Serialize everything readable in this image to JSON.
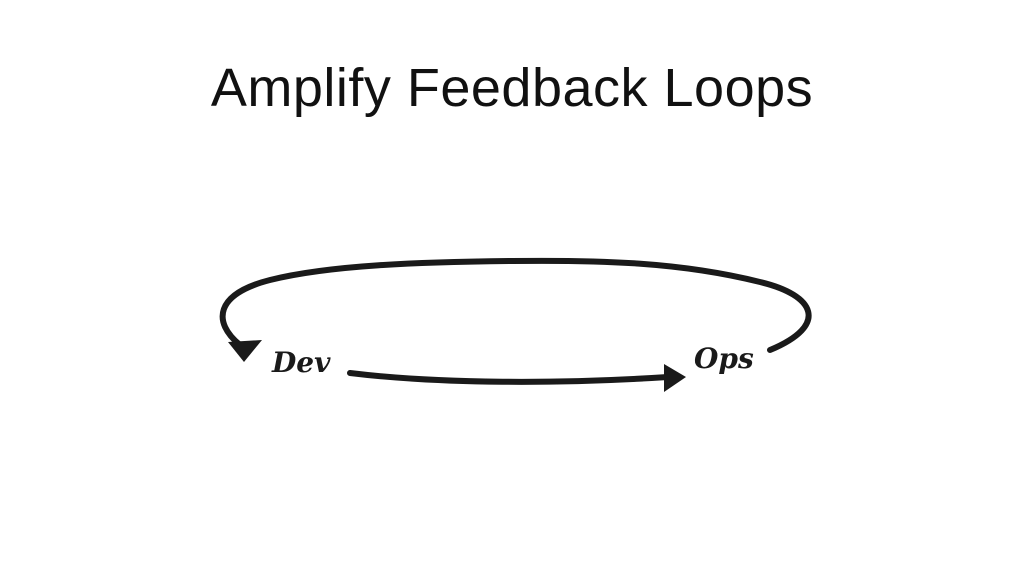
{
  "slide": {
    "title": "Amplify Feedback Loops"
  },
  "diagram": {
    "nodes": [
      {
        "id": "dev",
        "label": "Dev"
      },
      {
        "id": "ops",
        "label": "Ops"
      }
    ],
    "edges": [
      {
        "from": "dev",
        "to": "ops",
        "kind": "forward"
      },
      {
        "from": "ops",
        "to": "dev",
        "kind": "feedback-loop"
      }
    ],
    "colors": {
      "stroke": "#1a1a1a",
      "background": "#ffffff"
    }
  }
}
